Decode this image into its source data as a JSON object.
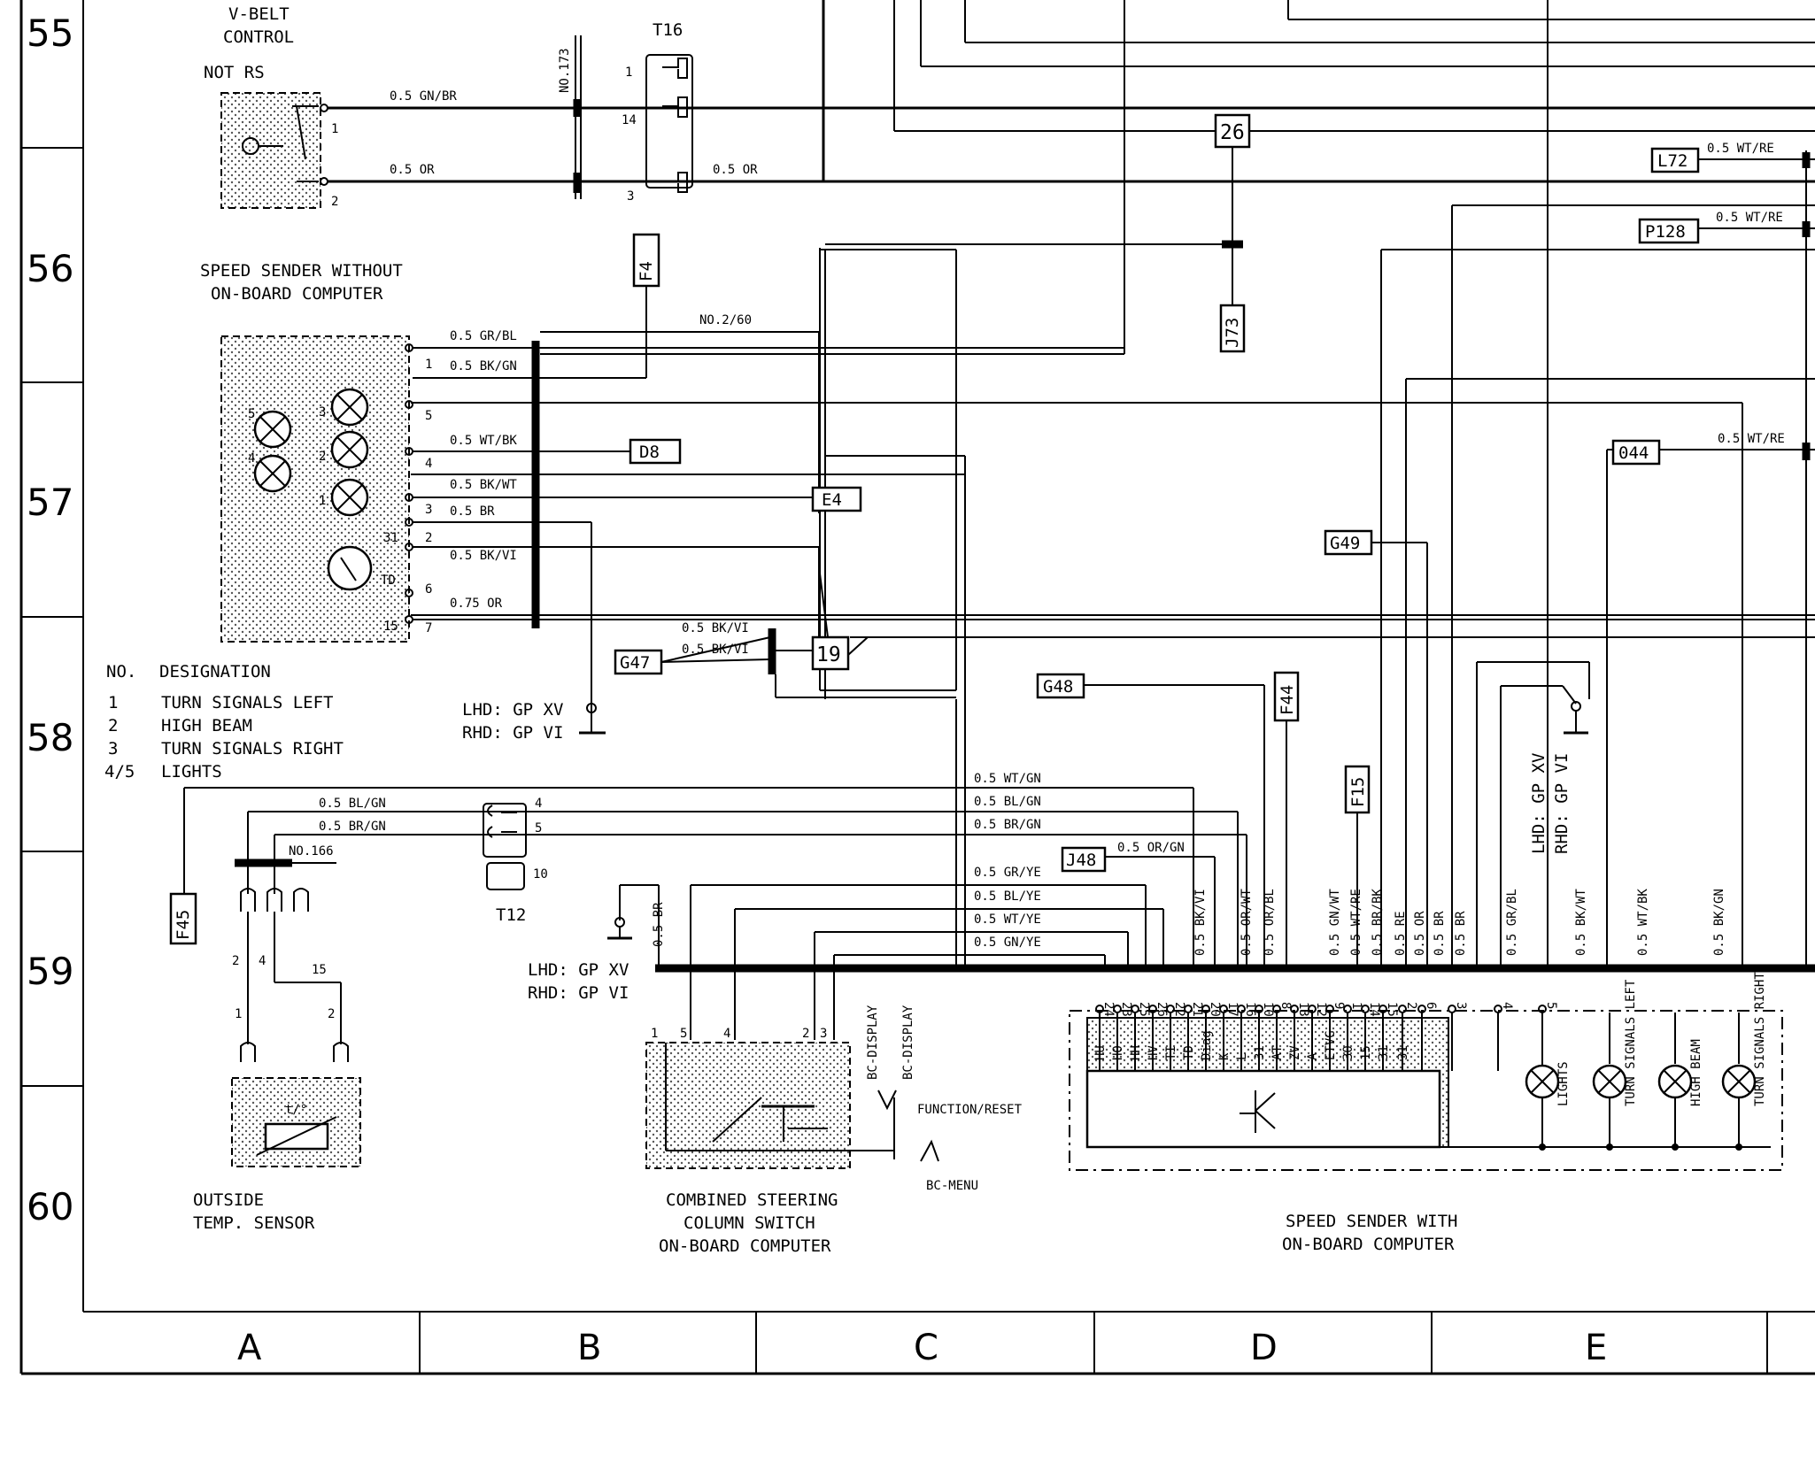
{
  "row_numbers": [
    "55",
    "56",
    "57",
    "58",
    "59",
    "60"
  ],
  "column_letters": [
    "A",
    "B",
    "C",
    "D",
    "E"
  ],
  "components": {
    "vbelt_title_1": "V-BELT",
    "vbelt_title_2": "CONTROL",
    "not_rs": "NOT RS",
    "t16": "T16",
    "speed_sender_wo_1": "SPEED SENDER WITHOUT",
    "speed_sender_wo_2": "ON-BOARD COMPUTER",
    "outside_temp_1": "OUTSIDE",
    "outside_temp_2": "TEMP. SENSOR",
    "steering_1": "COMBINED STEERING",
    "steering_2": "COLUMN SWITCH",
    "steering_3": "ON-BOARD COMPUTER",
    "speed_sender_w_1": "SPEED SENDER WITH",
    "speed_sender_w_2": "ON-BOARD COMPUTER",
    "t12": "T12",
    "no173": "NO.173",
    "no260": "NO.2/60",
    "no166": "NO.166",
    "bc_display": "BC-DISPLAY",
    "function_reset": "FUNCTION/RESET",
    "bc_menu": "BC-MENU",
    "lhd_1": "LHD: GP XV",
    "rhd_1": "RHD: GP VI",
    "lhd_2": "LHD: GP XV",
    "rhd_2": "RHD: GP VI",
    "lhd_3": "LHD: GP XV",
    "rhd_3": "RHD: GP VI",
    "tco": "TD"
  },
  "legend": {
    "header_no": "NO.",
    "header_designation": "DESIGNATION",
    "rows": [
      {
        "no": "1",
        "text": "TURN SIGNALS LEFT"
      },
      {
        "no": "2",
        "text": "HIGH BEAM"
      },
      {
        "no": "3",
        "text": "TURN SIGNALS RIGHT"
      },
      {
        "no": "4/5",
        "text": "LIGHTS"
      }
    ]
  },
  "connector_refs": [
    "26",
    "J73",
    "F4",
    "D8",
    "E4",
    "G47",
    "19",
    "G48",
    "F44",
    "F15",
    "J48",
    "F45",
    "L72",
    "P128",
    "044",
    "G49"
  ],
  "wire_labels": {
    "gn_br": "0.5 GN/BR",
    "or1": "0.5 OR",
    "or2": "0.5 OR",
    "gr_bl": "0.5 GR/BL",
    "bk_gn": "0.5 BK/GN",
    "wt_bk": "0.5 WT/BK",
    "bk_wt": "0.5 BK/WT",
    "br": "0.5 BR",
    "bk_vi": "0.5 BK/VI",
    "or075": "0.75 OR",
    "bk_vi2": "0.5 BK/VI",
    "bk_vi3": "0.5 BK/VI",
    "bl_gn": "0.5 BL/GN",
    "br_gn": "0.5 BR/GN",
    "wt_gn_r": "0.5 WT/GN",
    "bl_gn_r": "0.5 BL/GN",
    "br_gn_r": "0.5 BR/GN",
    "or_gn": "0.5 OR/GN",
    "gr_ye": "0.5 GR/YE",
    "bl_ye": "0.5 BL/YE",
    "wt_ye": "0.5 WT/YE",
    "gn_ye": "0.5 GN/YE",
    "wt_re1": "0.5 WT/RE",
    "wt_re2": "0.5 WT/RE",
    "wt_re3": "0.5 WT/RE",
    "br_v": "0.5 BR"
  },
  "vertical_wires": [
    "0.5 BK/VI",
    "0.5 OR/WT",
    "0.5 OR/BL",
    "0.5 GN/WT",
    "0.5 WT/RE",
    "0.5 BR/BK",
    "0.5 RE",
    "0.5 OR",
    "0.5 BR",
    "0.5 BR",
    "0.5 GR/BL",
    "0.5 BK/WT",
    "0.5 WT/BK",
    "0.5 BK/GN"
  ],
  "pin_numbers": [
    "24",
    "23",
    "25",
    "26",
    "22",
    "21",
    "20",
    "17",
    "16",
    "10",
    "8",
    "13",
    "12",
    "9",
    "1",
    "14",
    "15",
    "2",
    "6",
    "3",
    "4",
    "5"
  ],
  "pin_labels": [
    "HU",
    "HO",
    "HH",
    "HV",
    "TI",
    "TD",
    "Diag",
    "K",
    "L",
    "31",
    "AT",
    "ZV",
    "A",
    "ETVG",
    "30",
    "15",
    "31",
    "31"
  ],
  "lamp_labels": [
    "LIGHTS",
    "TURN SIGNALS LEFT",
    "HIGH BEAM",
    "TURN SIGNALS RIGHT"
  ]
}
